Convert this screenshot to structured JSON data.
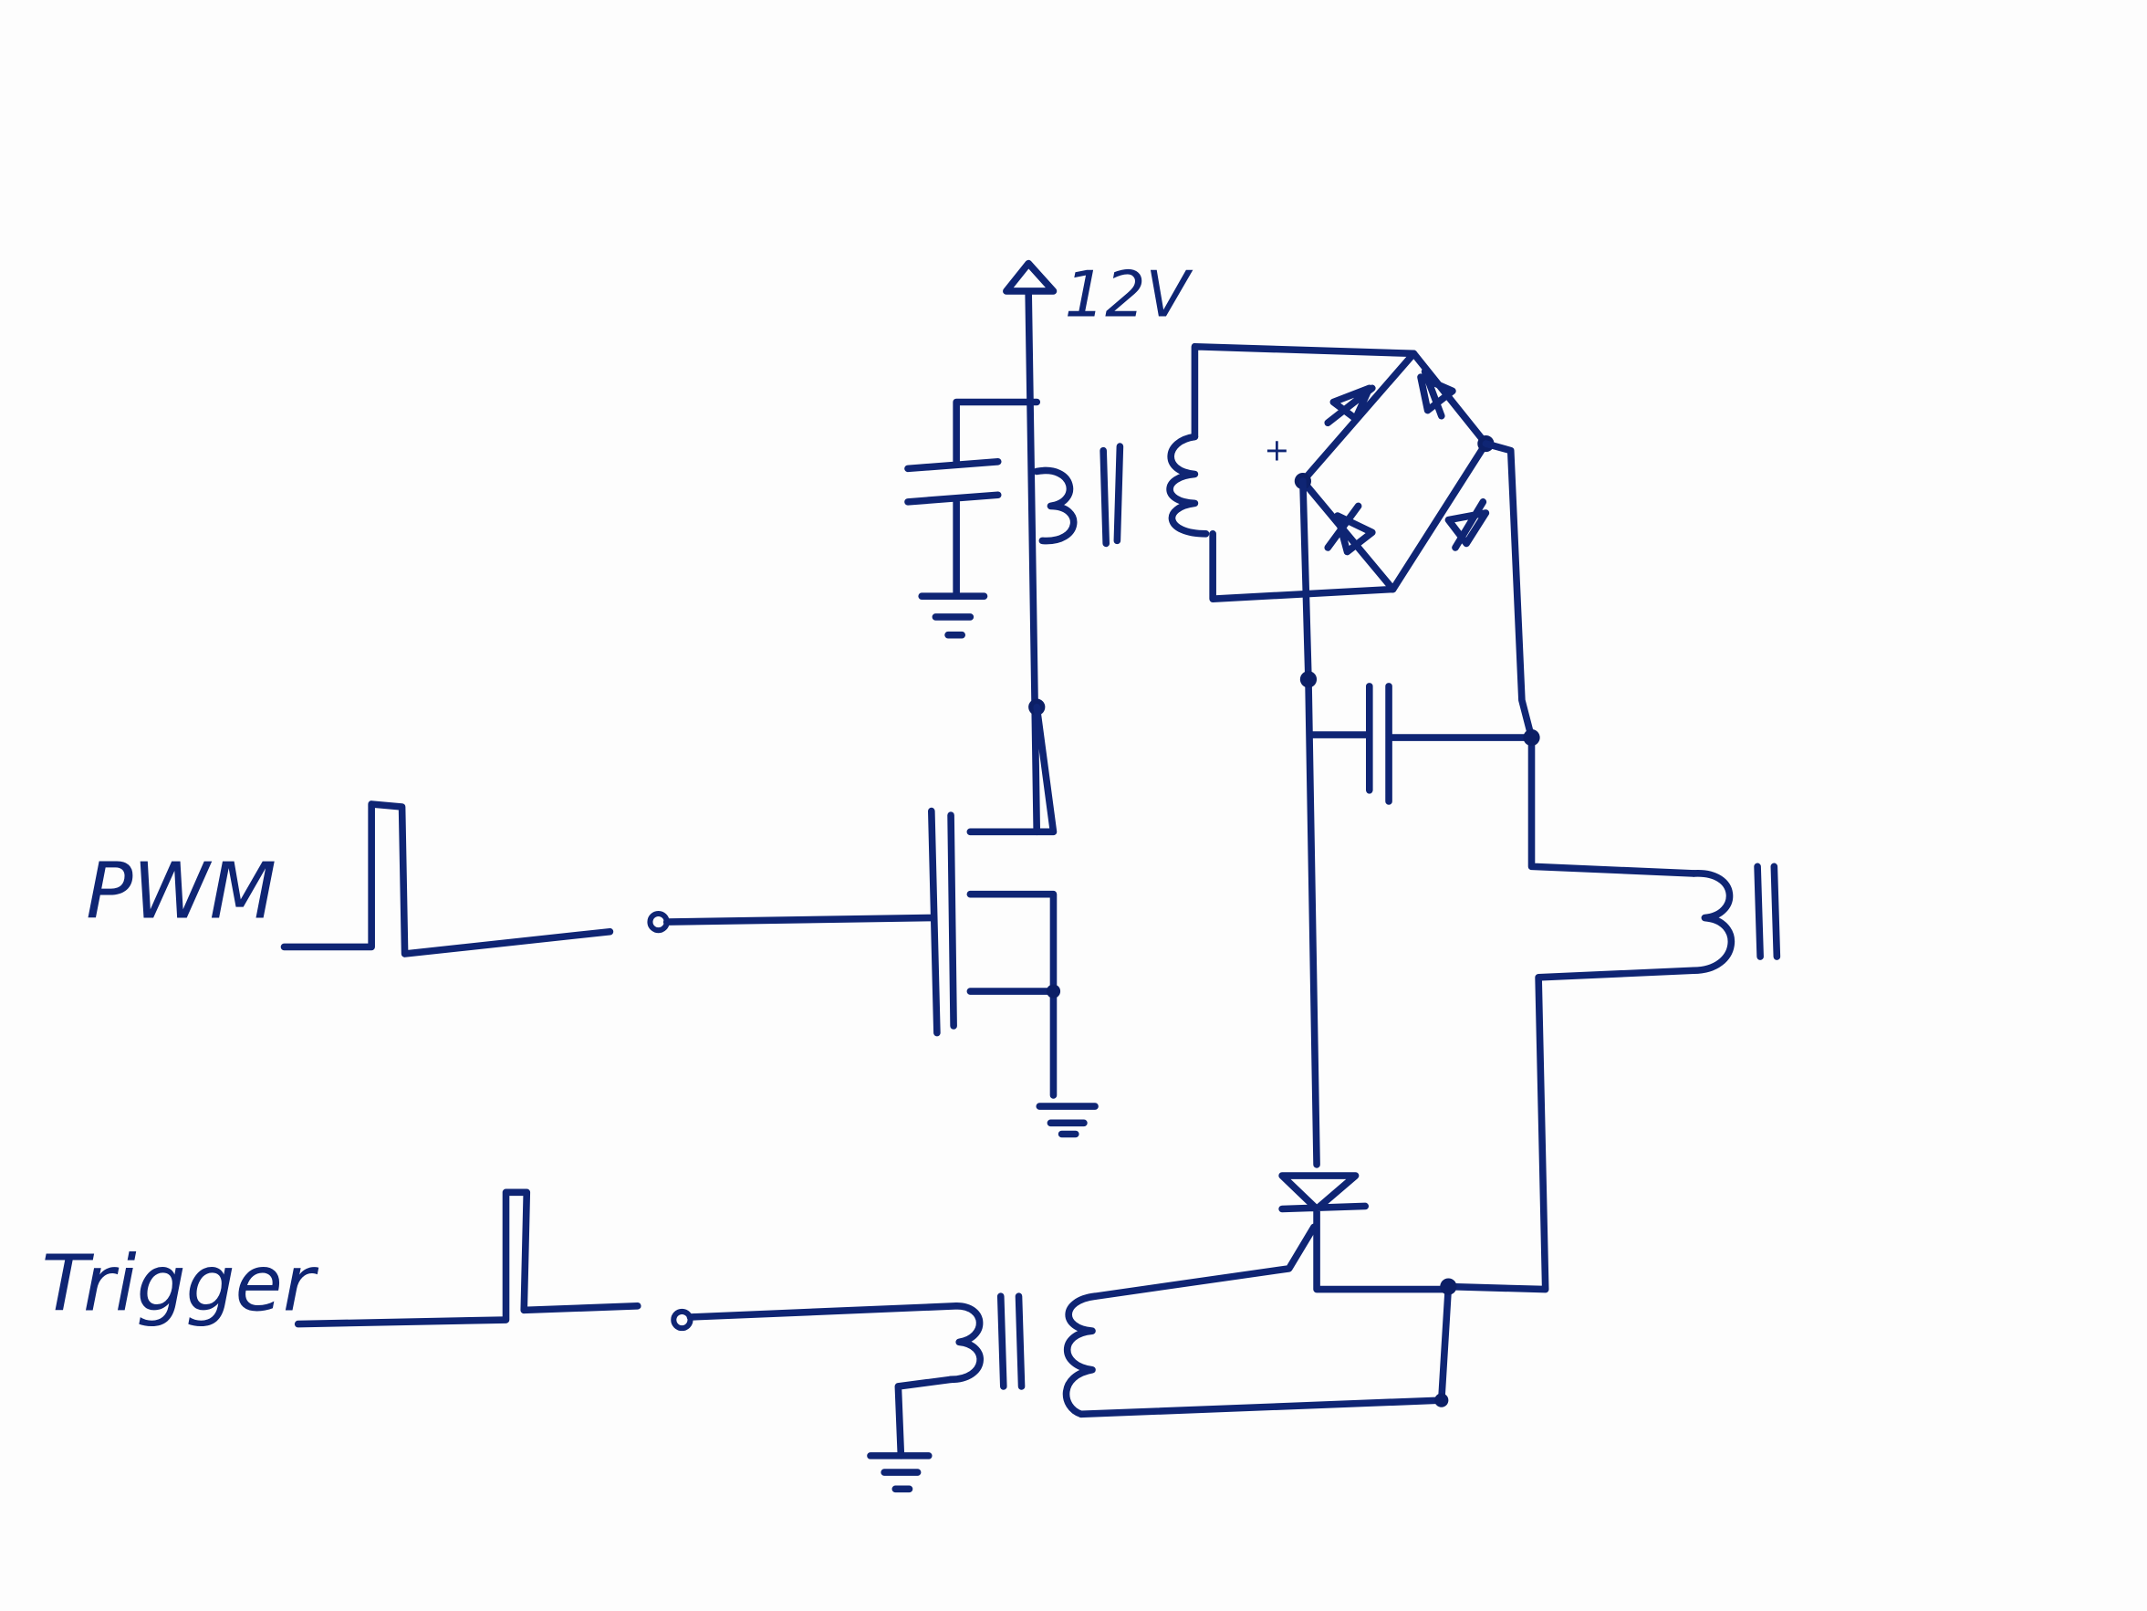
{
  "diagram": {
    "supply_label": "12V",
    "pwm_label": "PWM",
    "trigger_label": "Trigger",
    "bridge_plus_label": "+",
    "ink_color": "#0f2574"
  }
}
